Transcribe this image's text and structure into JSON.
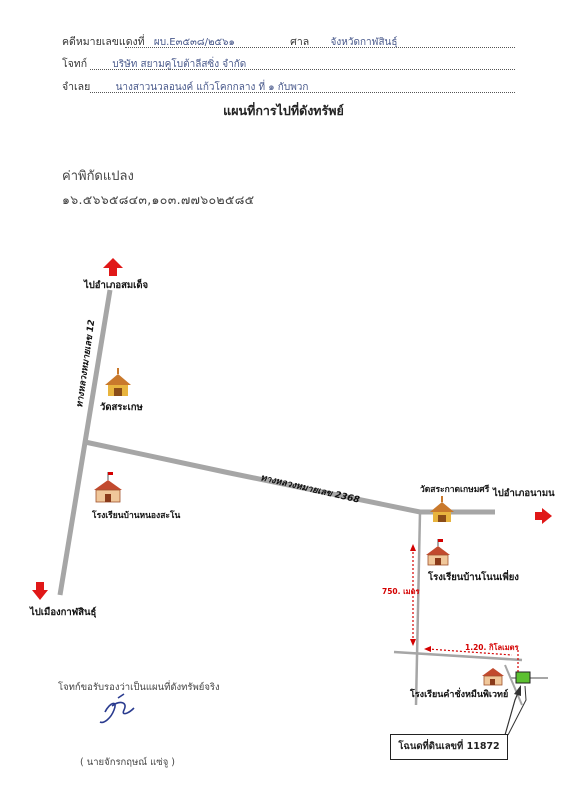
{
  "header": {
    "case_label": "คดีหมายเลขแดงที่",
    "case_value": "ผบ.E๓๕๓๘/๒๕๖๑",
    "court_label": "ศาล",
    "court_value": "จังหวัดกาฬสินธุ์",
    "plaintiff_label": "โจทก์",
    "plaintiff_value": "บริษัท สยามคูโบต้าลีสซิ่ง จำกัด",
    "defendant_label": "จำเลย",
    "defendant_value": "นางสาวนวลอนงค์ แก้วโคกกลาง ที่ ๑ กับพวก"
  },
  "title": "แผนที่การไปที่ดังทรัพย์",
  "coordinates": {
    "label": "ค่าพิกัดแปลง",
    "value": "๑๖.๕๖๖๕๘๔๓,๑๐๓.๗๗๖๐๒๕๘๕"
  },
  "map": {
    "to_somdet": "ไปอำเภอสมเด็จ",
    "highway_12": "ทางหลวงหมายเลข 12",
    "wat_sa_kesorn": "วัดสระเกษ",
    "school_nong_sano": "โรงเรียนบ้านหนองสะโน",
    "highway_2368": "ทางหลวงหมายเลข 2368",
    "wat_sa_kasemsri": "วัดสระกาดเกษมศรี",
    "to_namon": "ไปอำเภอนามน",
    "school_non_phiang": "โรงเรียนบ้านโนนเพี่ยง",
    "dist_750": "750. เมตร",
    "to_kalasin": "ไปเมืองกาฬสินธุ์",
    "dist_120": "1.20. กิโลเมตร",
    "school_kham_muang": "โรงเรียนคำชั่งหมืนพิเวทย์",
    "deed": "โฉนดที่ดินเลขที่ 11872"
  },
  "footer": {
    "certify": "โจทก์ขอรับรองว่าเป็นแผนที่ดังทรัพย์จริง",
    "name": "(   นายจักรกฤษณ์ แซ่จู   )"
  },
  "colors": {
    "road": "#a6a6a6",
    "arrow": "#e01818",
    "plot": "#5cc030",
    "distance": "#d40000"
  }
}
